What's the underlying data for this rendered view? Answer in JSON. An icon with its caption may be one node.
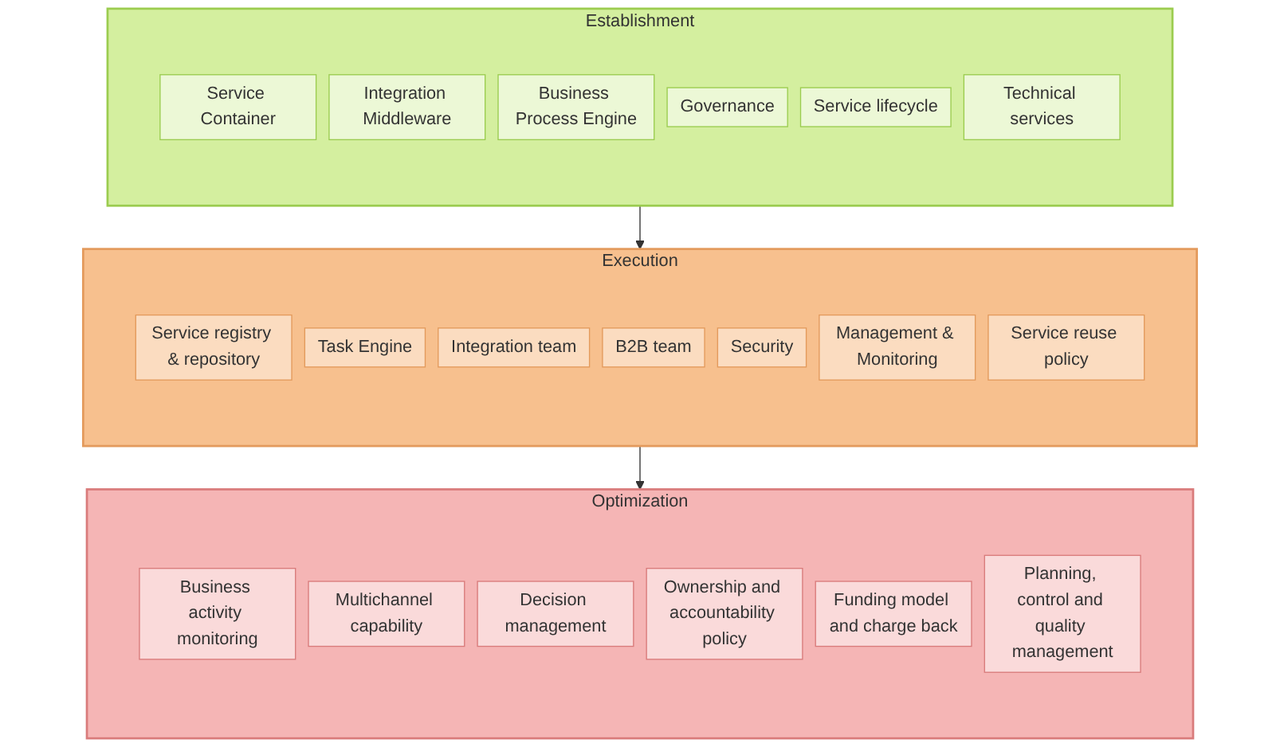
{
  "diagram": {
    "nodes": [
      {
        "text": [
          "Establishment"
        ]
      },
      {
        "text": [
          "Service Container"
        ],
        "in": 0
      },
      {
        "text": [
          "Integration Middleware"
        ],
        "in": 0
      },
      {
        "text": [
          "Business Process Engine"
        ],
        "in": 0
      },
      {
        "text": [
          "Governance"
        ],
        "in": 0
      },
      {
        "text": [
          "Service lifecycle"
        ],
        "in": 0
      },
      {
        "text": [
          "Technical services"
        ],
        "in": 0
      },
      {
        "text": [
          "Execution"
        ]
      },
      {
        "text": [
          "Service registry & repository"
        ],
        "in": 7
      },
      {
        "text": [
          "Task Engine"
        ],
        "in": 7
      },
      {
        "text": [
          "Integration team"
        ],
        "in": 7
      },
      {
        "text": [
          "B2B team"
        ],
        "in": 7
      },
      {
        "text": [
          "Security"
        ],
        "in": 7
      },
      {
        "text": [
          "Management & Monitoring"
        ],
        "in": 7
      },
      {
        "text": [
          "Service reuse policy"
        ],
        "in": 7
      },
      {
        "text": [
          "Optimization"
        ]
      },
      {
        "text": [
          "Business activity monitoring"
        ],
        "in": 15
      },
      {
        "text": [
          "Multichannel capability"
        ],
        "in": 15
      },
      {
        "text": [
          "Decision management"
        ],
        "in": 15
      },
      {
        "text": [
          "Ownership and accountability policy"
        ],
        "in": 15
      },
      {
        "text": [
          "Funding model and charge back"
        ],
        "in": 15
      },
      {
        "text": [
          "Planning, control and quality management"
        ],
        "in": 15
      }
    ],
    "edges": [
      {
        "from": 0,
        "to": 7,
        "arrow": "to"
      },
      {
        "from": 7,
        "to": 15,
        "arrow": "to"
      }
    ]
  }
}
